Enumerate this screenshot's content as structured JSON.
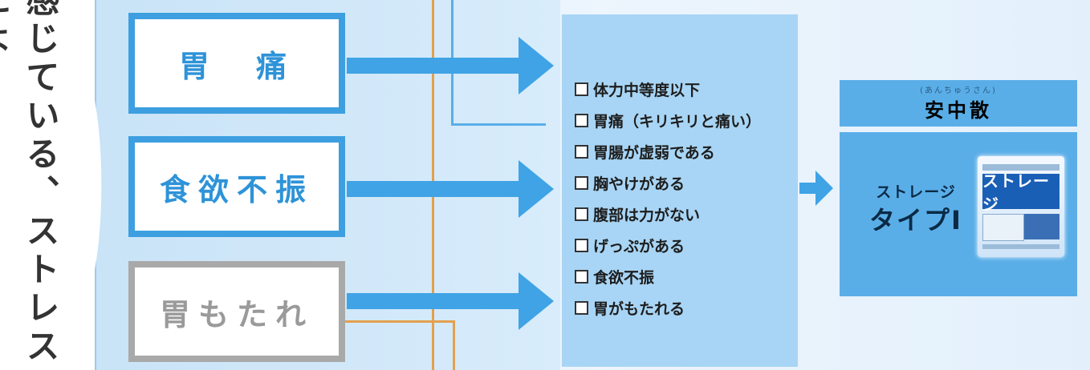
{
  "side_text": "感じている、ストレスによ",
  "symptoms": [
    {
      "label": "胃　痛"
    },
    {
      "label": "食欲不振"
    },
    {
      "label": "胃もたれ"
    }
  ],
  "checklist": [
    "体力中等度以下",
    "胃痛（キリキリと痛い）",
    "胃腸が虚弱である",
    "胸やけがある",
    "腹部は力がない",
    "げっぷがある",
    "食欲不振",
    "胃がもたれる"
  ],
  "product": {
    "ruby": "(あんちゅうさん)",
    "name": "安中散",
    "brand_line1": "ストレージ",
    "brand_line2": "タイプI",
    "package_logo": "ストレージ"
  },
  "colors": {
    "accent_blue": "#3fa3e6",
    "panel_blue": "#a8d5f5",
    "product_blue": "#5aaee8",
    "connector_orange": "#e3a04f",
    "inactive_gray": "#a9a9a9"
  }
}
